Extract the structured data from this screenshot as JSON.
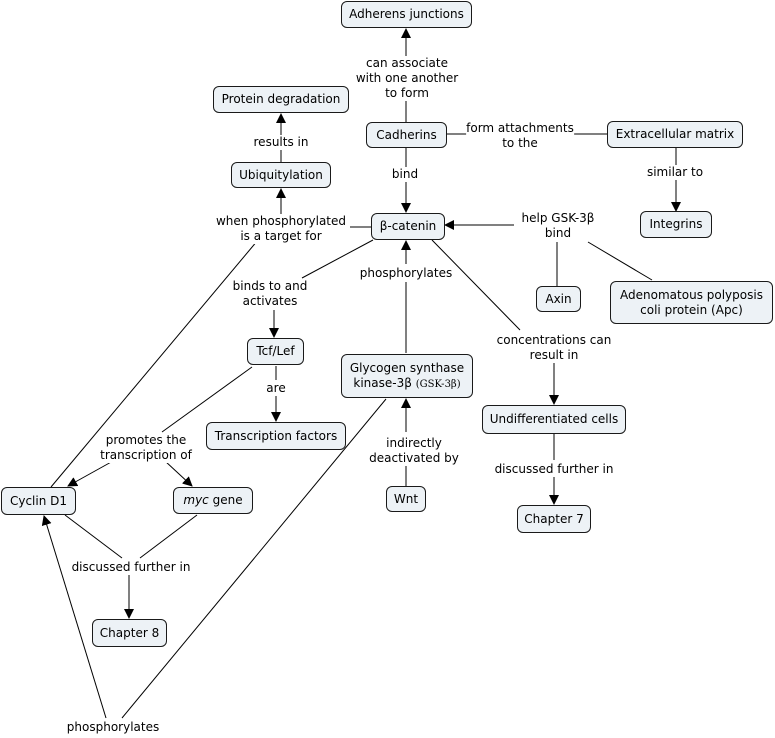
{
  "nodes": {
    "adherens": "Adherens junctions",
    "protein_degradation": "Protein degradation",
    "cadherins": "Cadherins",
    "extracellular_matrix": "Extracellular matrix",
    "ubiquitylation": "Ubiquitylation",
    "beta_catenin": "β-catenin",
    "integrins": "Integrins",
    "axin": "Axin",
    "apc_line1": "Adenomatous polyposis",
    "apc_line2": "coli protein (Apc)",
    "tcf_lef": "Tcf/Lef",
    "gsk_line1": "Glycogen synthase",
    "gsk_line2_a": "kinase-3β ",
    "gsk_line2_b": "(GSK-3β)",
    "transcription_factors": "Transcription factors",
    "undifferentiated": "Undifferentiated cells",
    "cyclin_d1": "Cyclin D1",
    "myc_italic": "myc",
    "myc_rest": " gene",
    "wnt": "Wnt",
    "chapter7": "Chapter 7",
    "chapter8": "Chapter 8"
  },
  "labels": {
    "can_associate_1": "can associate",
    "can_associate_2": "with one another",
    "can_associate_3": "to form",
    "results_in": "results in",
    "form_attach_1": "form attachments",
    "form_attach_2": "to the",
    "bind": "bind",
    "similar_to": "similar to",
    "when_phos_1": "when phosphorylated",
    "when_phos_2": "is a target for",
    "help_gsk_1": "help GSK-3β",
    "help_gsk_2": "bind",
    "phosphorylates_top": "phosphorylates",
    "binds_activates_1": "binds to and",
    "binds_activates_2": "activates",
    "concentrations_1": "concentrations can",
    "concentrations_2": "result in",
    "are": "are",
    "promotes_1": "promotes the",
    "promotes_2": "transcription of",
    "indirectly_1": "indirectly",
    "indirectly_2": "deactivated by",
    "discussed_right": "discussed further in",
    "discussed_left": "discussed further in",
    "phosphorylates_bottom": "phosphorylates"
  }
}
